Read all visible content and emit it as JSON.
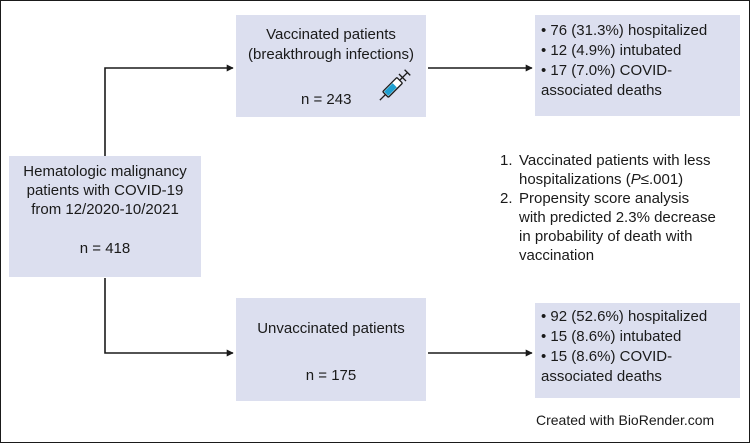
{
  "source_box": {
    "lines": [
      "Hematologic malignancy",
      "patients with COVID-19",
      "from 12/2020-10/2021"
    ],
    "n": "n = 418"
  },
  "vaccinated_box": {
    "lines": [
      "Vaccinated patients",
      "(breakthrough infections)"
    ],
    "n": "n = 243",
    "icon": "syringe-icon"
  },
  "unvaccinated_box": {
    "title": "Unvaccinated patients",
    "n": "n = 175"
  },
  "vaccinated_outcomes": [
    "• 76 (31.3%) hospitalized",
    "• 12 (4.9%) intubated",
    "• 17 (7.0%) COVID-",
    "   associated deaths"
  ],
  "unvaccinated_outcomes": [
    "• 92 (52.6%) hospitalized",
    "• 15 (8.6%) intubated",
    "• 15 (8.6%) COVID-",
    "   associated deaths"
  ],
  "findings": {
    "item1": {
      "num": "1.",
      "line1": "Vaccinated patients with less",
      "line2_pre": "hospitalizations (",
      "line2_italic": "P",
      "line2_post": "≤.001)"
    },
    "item2": {
      "num": "2.",
      "lines": [
        "Propensity score analysis",
        "with predicted 2.3% decrease",
        "in probability of death with",
        "vaccination"
      ]
    }
  },
  "credit": "Created with BioRender.com",
  "colors": {
    "box_fill": "#dcdfef",
    "line": "#1a1a1a",
    "syringe_fill": "#1e9fd0"
  }
}
